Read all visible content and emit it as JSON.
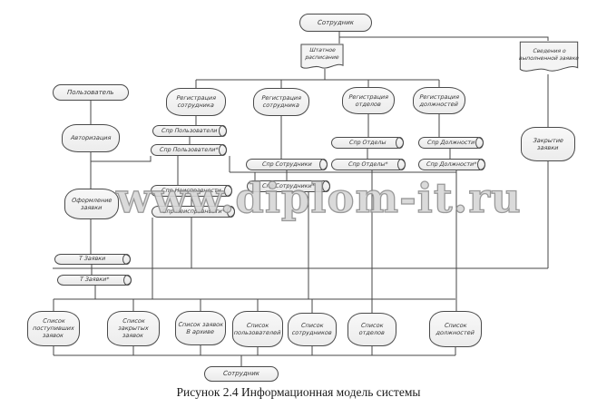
{
  "watermark": "www.diplom-it.ru",
  "caption": "Рисунок 2.4 Информационная модель системы",
  "nodes": {
    "employee_top": {
      "label": "Сотрудник",
      "shape": "stadium"
    },
    "staff_schedule": {
      "label": "Штатное расписание",
      "shape": "document"
    },
    "completed_info": {
      "label": "Сведения о выполненной заявке",
      "shape": "document"
    },
    "user": {
      "label": "Пользователь",
      "shape": "stadium"
    },
    "authorization": {
      "label": "Авторизация",
      "shape": "process"
    },
    "request_entry": {
      "label": "Оформление заявки",
      "shape": "process"
    },
    "reg_employee_1": {
      "label": "Регистрация сотрудника",
      "shape": "process"
    },
    "reg_employee_2": {
      "label": "Регистрация сотрудника",
      "shape": "process"
    },
    "reg_departments": {
      "label": "Регистрация отделов",
      "shape": "process"
    },
    "reg_positions": {
      "label": "Регистрация должностей",
      "shape": "process"
    },
    "close_request": {
      "label": "Закрытие заявки",
      "shape": "process"
    },
    "dir_users": {
      "label": "Спр Пользователи",
      "shape": "cylinder"
    },
    "dir_users_copy": {
      "label": "Спр Пользователи*",
      "shape": "cylinder"
    },
    "dir_employees": {
      "label": "Спр Сотрудники",
      "shape": "cylinder"
    },
    "dir_employees_copy": {
      "label": "Спр Сотрудники*",
      "shape": "cylinder"
    },
    "dir_departments": {
      "label": "Спр Отделы",
      "shape": "cylinder"
    },
    "dir_departments_copy": {
      "label": "Спр Отделы*",
      "shape": "cylinder"
    },
    "dir_positions": {
      "label": "Спр Должности",
      "shape": "cylinder"
    },
    "dir_positions_copy": {
      "label": "Спр Должности*",
      "shape": "cylinder"
    },
    "dir_faults": {
      "label": "Спр Неисправности",
      "shape": "cylinder"
    },
    "dir_faults_copy": {
      "label": "Спр Неисправности*",
      "shape": "cylinder"
    },
    "t_requests": {
      "label": "Т Заявки",
      "shape": "cylinder"
    },
    "t_requests_copy": {
      "label": "Т Заявки*",
      "shape": "cylinder"
    },
    "list_incoming": {
      "label": "Список поступивших заявок",
      "shape": "process"
    },
    "list_closed": {
      "label": "Список закрытых заявок",
      "shape": "process"
    },
    "list_archive": {
      "label": "Список заявок В архиве",
      "shape": "process"
    },
    "list_users": {
      "label": "Список пользователей",
      "shape": "process"
    },
    "list_employees": {
      "label": "Список сотрудников",
      "shape": "process"
    },
    "list_departments": {
      "label": "Список отделов",
      "shape": "process"
    },
    "list_positions": {
      "label": "Список должностей",
      "shape": "process"
    },
    "employee_bottom": {
      "label": "Сотрудник",
      "shape": "stadium"
    }
  }
}
